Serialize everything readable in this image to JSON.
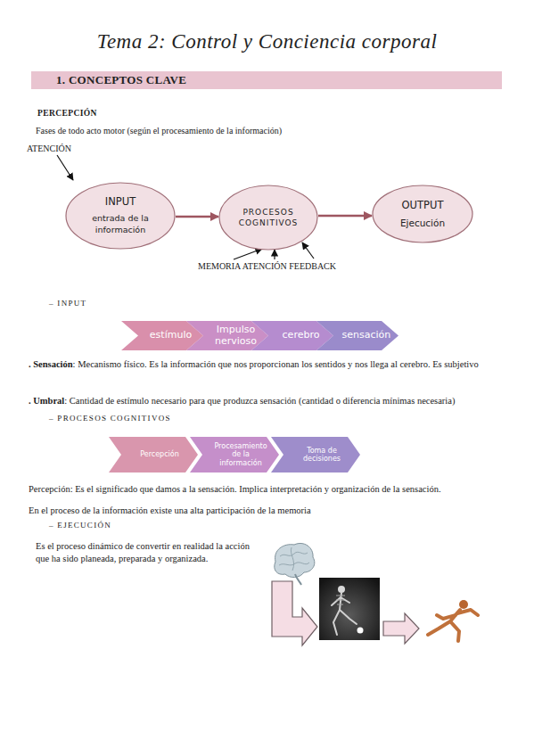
{
  "diagram": {
    "title": "Tema 2: Control y Conciencia corporal",
    "nodes": [
      {
        "text": [
          "1. CONCEPTOS CLAVE"
        ]
      },
      {
        "text": [
          "INPUT",
          "entrada de la información"
        ]
      },
      {
        "text": [
          "PROCESOS COGNITIVOS"
        ]
      },
      {
        "text": [
          "OUTPUT",
          "Ejecución"
        ]
      },
      {
        "text": [
          "estímulo"
        ]
      },
      {
        "text": [
          "Impulso nervioso"
        ]
      },
      {
        "text": [
          "cerebro"
        ]
      },
      {
        "text": [
          "sensación"
        ]
      },
      {
        "text": [
          "Percepción"
        ]
      },
      {
        "text": [
          "Procesamiento de la información"
        ]
      },
      {
        "text": [
          "Toma de decisiones"
        ]
      }
    ],
    "edges": [
      {
        "from": 1,
        "to": 2,
        "arrow": "to"
      },
      {
        "from": 2,
        "to": 3,
        "arrow": "to"
      }
    ],
    "labels": [
      "PERCEPCIÓN",
      "Fases de todo acto motor (según el procesamiento de la información)",
      "ATENCIÓN",
      "MEMORIA ATENCIÓN FEEDBACK",
      "– INPUT",
      ". Sensación",
      ": Mecanismo físico. Es la información que nos proporcionan los sentidos y nos llega al cerebro. Es subjetivo",
      ". Umbral",
      ": Cantidad de estímulo necesario para que produzca sensación (cantidad o diferencia mínimas necesaria)",
      "– PROCESOS COGNITIVOS",
      "Percepción: Es el significado que damos a la sensación. Implica interpretación y organización de la sensación.",
      "En el proceso de la información existe una alta participación de la memoria",
      "– EJECUCIÓN",
      "Es el proceso dinámico de convertir en realidad la acción que ha sido planeada, preparada y organizada."
    ]
  }
}
